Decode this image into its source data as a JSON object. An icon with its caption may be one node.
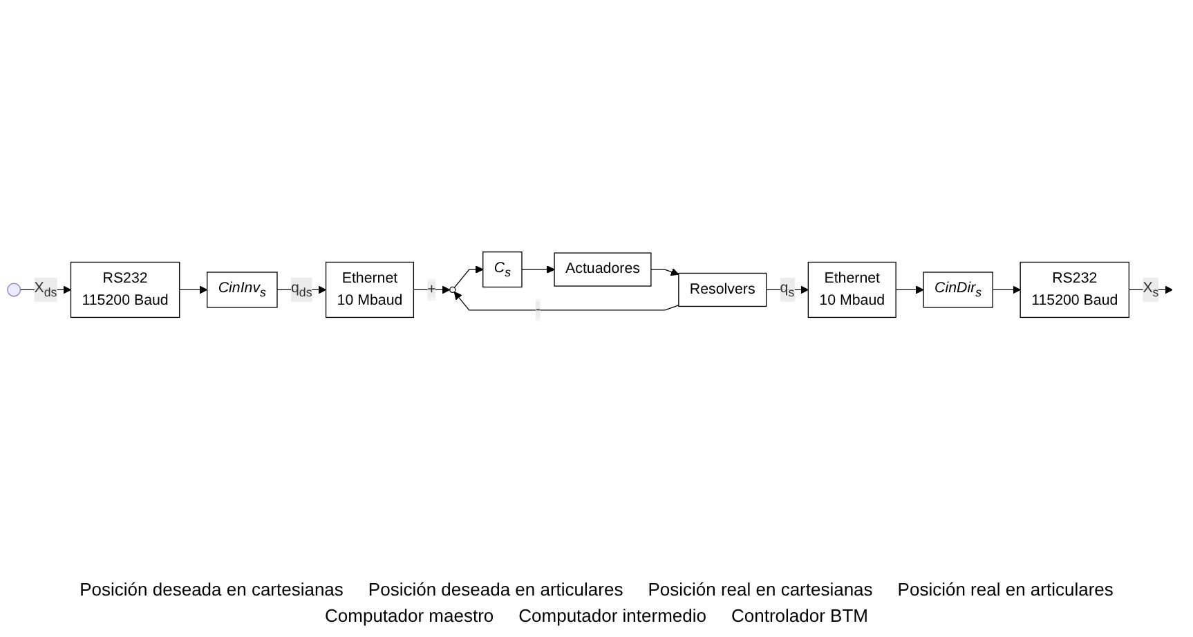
{
  "diagram": {
    "nodes": [
      {
        "text": [],
        "shape": "circle"
      },
      {
        "text": [
          "RS232",
          "115200 Baud"
        ]
      },
      {
        "text": [
          "CinInv$_{s}$"
        ]
      },
      {
        "text": [
          "Ethernet",
          "10 Mbaud"
        ]
      },
      {
        "text": [],
        "shape": "circle"
      },
      {
        "text": [
          "C$_{s}$"
        ]
      },
      {
        "text": [
          "Actuadores"
        ]
      },
      {
        "text": [
          "Resolvers"
        ]
      },
      {
        "text": [
          "Ethernet",
          "10 Mbaud"
        ]
      },
      {
        "text": [
          "CinDir$_{s}$"
        ]
      },
      {
        "text": [
          "RS232",
          "115200 Baud"
        ]
      }
    ],
    "edges": [
      {
        "from": 0,
        "to": 1,
        "arrow": "to",
        "label": "X$_{ds}$"
      },
      {
        "from": 1,
        "to": 2,
        "arrow": "to"
      },
      {
        "from": 2,
        "to": 3,
        "arrow": "to",
        "label": "q$_{ds}$"
      },
      {
        "from": 3,
        "to": 4,
        "arrow": "to",
        "label": "+"
      },
      {
        "from": 4,
        "to": 5,
        "arrow": "to"
      },
      {
        "from": 5,
        "to": 6,
        "arrow": "to"
      },
      {
        "from": 6,
        "to": 7,
        "arrow": "to"
      },
      {
        "from": 7,
        "to": 8,
        "arrow": "to",
        "label": "q$_{s}$"
      },
      {
        "from": 7,
        "to": 4,
        "arrow": "to",
        "label": "-"
      },
      {
        "from": 8,
        "to": 9,
        "arrow": "to"
      },
      {
        "from": 9,
        "to": 10,
        "arrow": "to"
      },
      {
        "from": 10,
        "to": null,
        "arrow": "to",
        "label": "X$_{s}$"
      }
    ],
    "labels": [
      "Posición deseada en cartesianas",
      "Posición deseada en articulares",
      "Posición real en cartesianas",
      "Posición real en articulares",
      "Computador maestro",
      "Computador intermedio",
      "Controlador BTM"
    ]
  }
}
